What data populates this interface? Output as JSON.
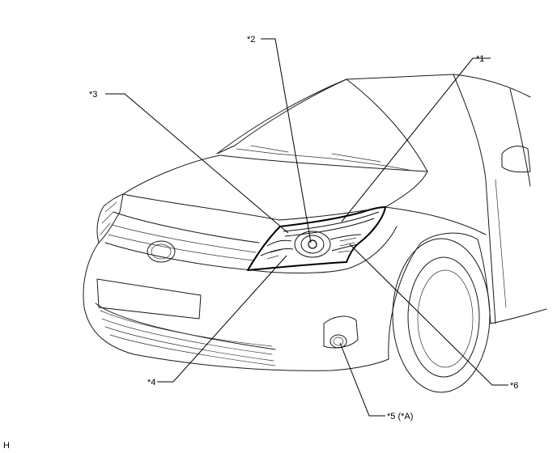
{
  "diagram": {
    "callouts": [
      {
        "id": "c1",
        "text": "*1"
      },
      {
        "id": "c2",
        "text": "*2"
      },
      {
        "id": "c3",
        "text": "*3"
      },
      {
        "id": "c4",
        "text": "*4"
      },
      {
        "id": "c5",
        "text": "*5 (*A)"
      },
      {
        "id": "c6",
        "text": "*6"
      }
    ],
    "corner_mark": "H"
  }
}
